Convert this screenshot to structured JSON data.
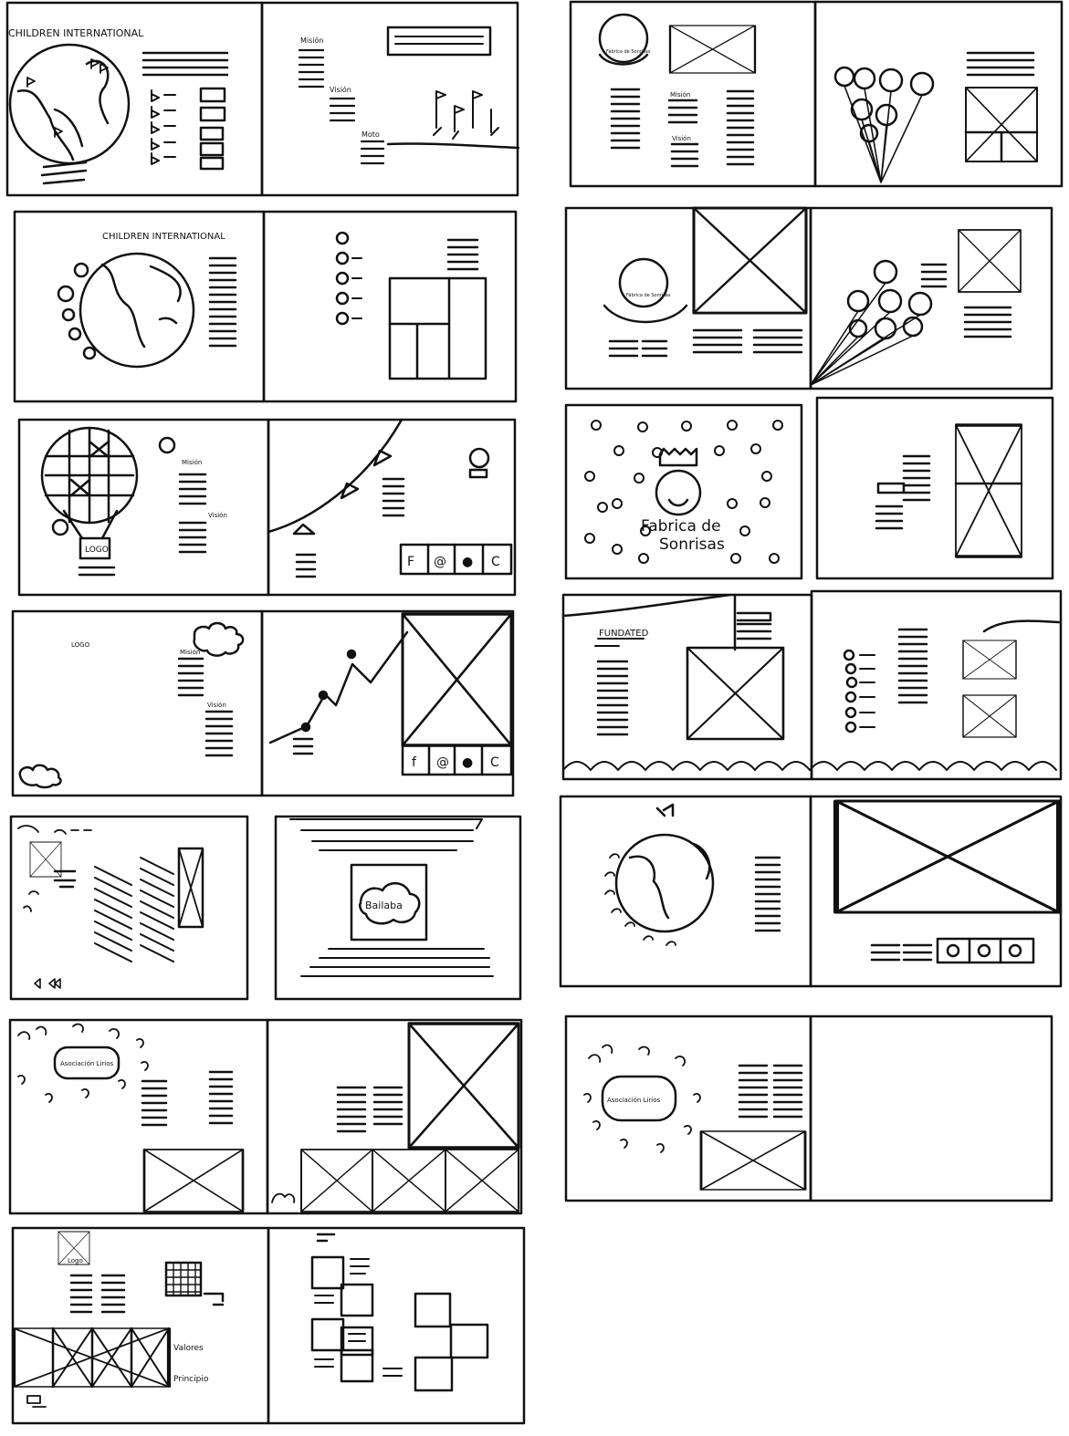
{
  "labels": {
    "s1_title": "CHILDREN INTERNATIONAL",
    "s1b_mision": "Misión",
    "s1b_vision": "Visión",
    "s1b_moto": "Moto",
    "s2_title": "CHILDREN INTERNATIONAL",
    "s3_mision": "Misión",
    "s3_vision": "Visión",
    "s3_logo": "LOGO",
    "s3b_social": [
      "F",
      "@",
      "●",
      "C"
    ],
    "s4_logo": "LOGO",
    "s4_mision": "Misión",
    "s4_vision": "Visión",
    "s4b_social": [
      "f",
      "@",
      "●",
      "C"
    ],
    "s5b_badge": "Bailaba",
    "s6_badge": "Asociación Lirios",
    "s7_logo": "Logo",
    "s7_valores": "Valores",
    "s7_principio": "Principio",
    "r1_badge": "Fábrica de Sonrisas",
    "r1_mision": "Misión",
    "r1_vision": "Visión",
    "r2_badge": "Fábrica de Sonrisas",
    "r3_title_line1": "Fabrica de",
    "r3_title_line2": "Sonrisas",
    "r4_title": "FUNDATED",
    "r6_badge": "Asociación Lirios"
  }
}
